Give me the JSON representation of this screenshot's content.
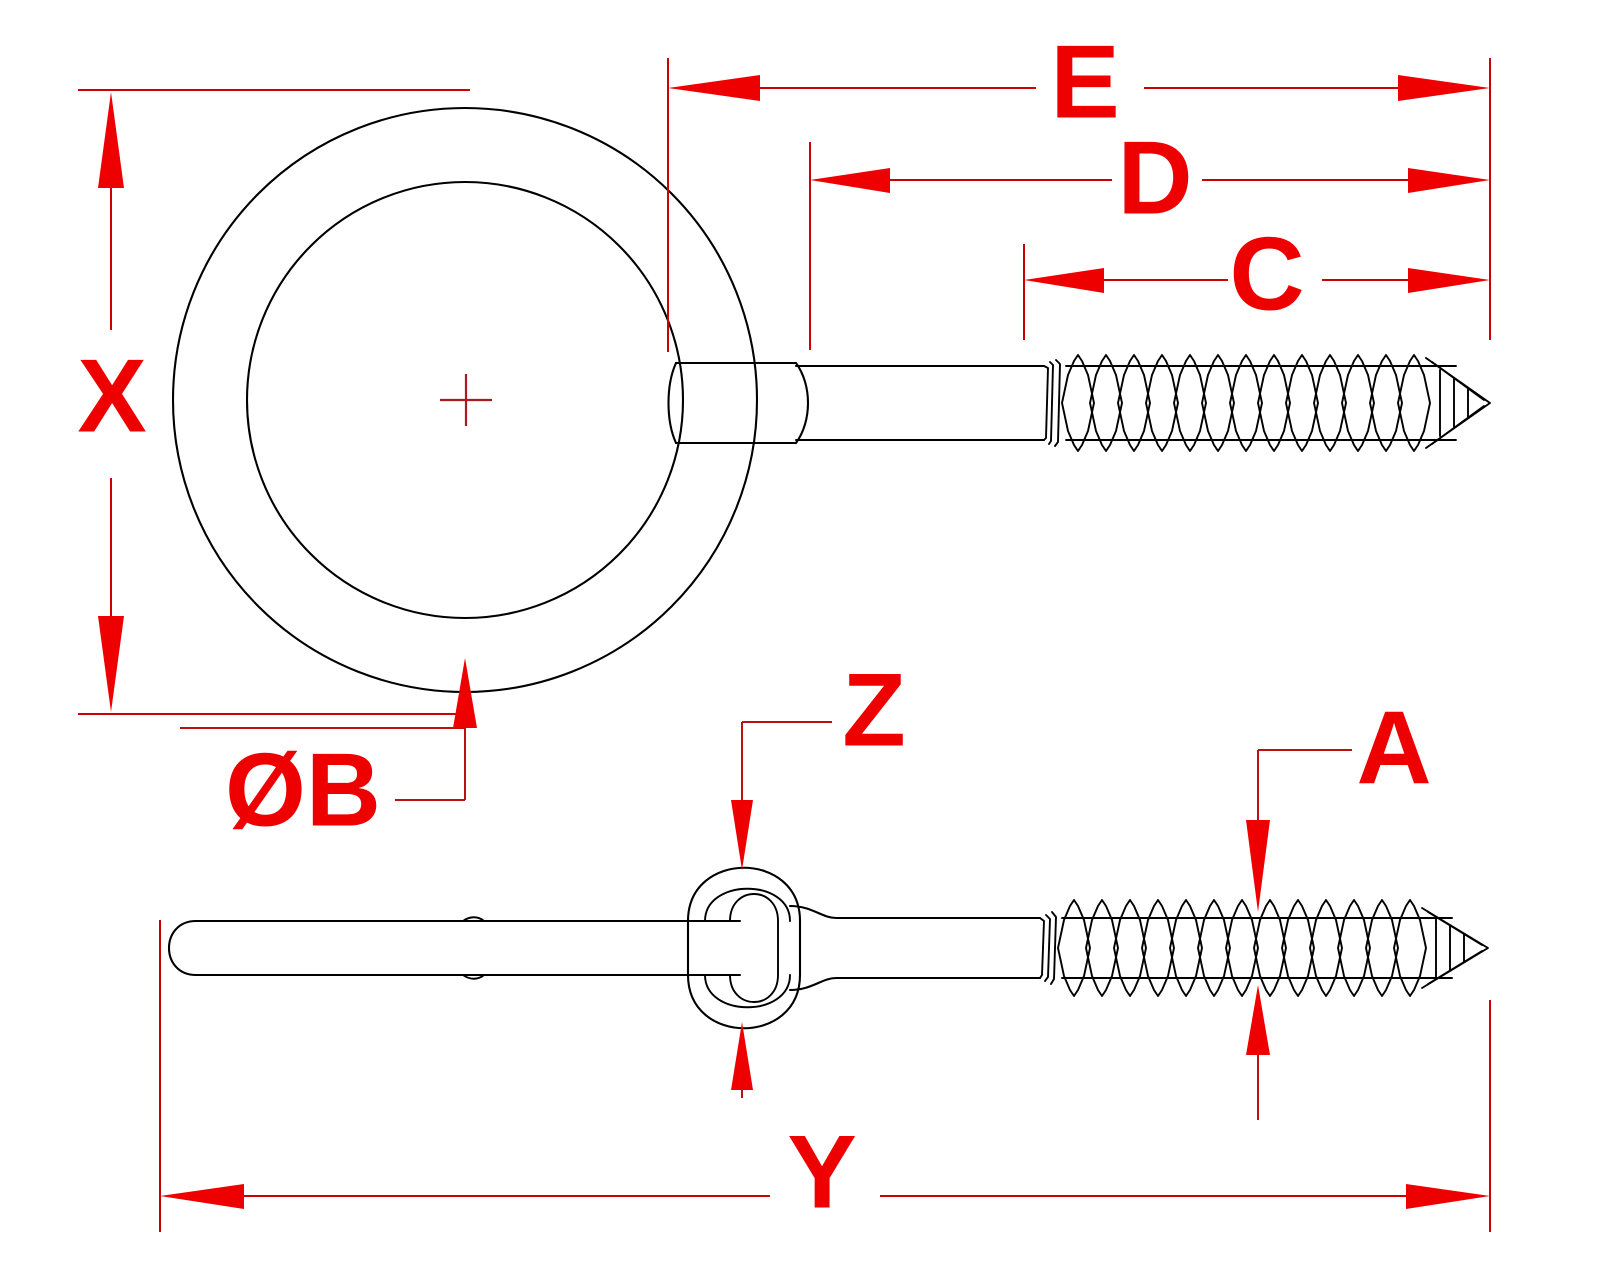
{
  "drawing": {
    "type": "engineering-dimension-drawing",
    "subject": "ring-eye lag screw / screw eye with welded ring",
    "background_color": "#ffffff",
    "line_color": "#000000",
    "dimension_color": "#ee0000",
    "center_mark_color": "#aa1c1c",
    "views": [
      {
        "name": "top-view",
        "description": "face-on view of ring with screw shank extending right"
      },
      {
        "name": "side-view",
        "description": "edge-on view of eye with bar and screw shank"
      }
    ],
    "dimension_labels": [
      {
        "id": "E",
        "label": "E",
        "orientation": "horizontal",
        "description": "overall length from ring outer edge to screw point"
      },
      {
        "id": "D",
        "label": "D",
        "orientation": "horizontal",
        "description": "length from shank shoulder to screw point"
      },
      {
        "id": "C",
        "label": "C",
        "orientation": "horizontal",
        "description": "threaded length to screw point"
      },
      {
        "id": "X",
        "label": "X",
        "orientation": "vertical",
        "description": "overall ring outside diameter / height"
      },
      {
        "id": "B",
        "label": "ØB",
        "orientation": "leader",
        "description": "ring stock diameter"
      },
      {
        "id": "Z",
        "label": "Z",
        "orientation": "vertical",
        "description": "eye thickness in side view"
      },
      {
        "id": "A",
        "label": "A",
        "orientation": "vertical",
        "description": "screw thread major diameter"
      },
      {
        "id": "Y",
        "label": "Y",
        "orientation": "horizontal",
        "description": "overall length of side view"
      }
    ]
  }
}
